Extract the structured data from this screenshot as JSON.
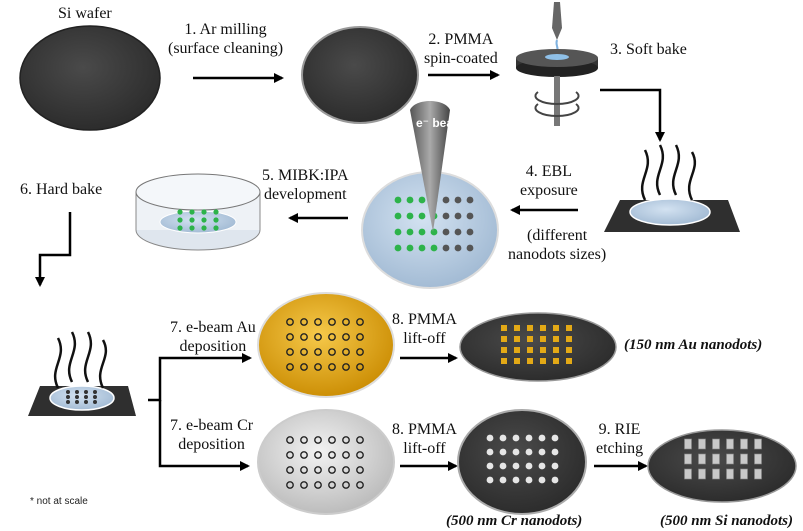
{
  "title": "",
  "labels": {
    "wafer": "Si wafer",
    "step1": [
      "1. Ar  milling",
      "(surface cleaning)"
    ],
    "step2": [
      "2. PMMA",
      "spin-coated"
    ],
    "step3": "3. Soft bake",
    "step4": [
      "4. EBL",
      "exposure",
      "(different",
      "nanodots sizes)"
    ],
    "step5": [
      "5. MIBK:IPA",
      "development"
    ],
    "step6": "6. Hard bake",
    "step7a": [
      "7. e-beam Au",
      "deposition"
    ],
    "step8a": [
      "8. PMMA",
      "lift-off"
    ],
    "step7b": [
      "7. e-beam Cr",
      "deposition"
    ],
    "step8b": [
      "8. PMMA",
      "lift-off"
    ],
    "step9": [
      "9. RIE",
      "etching"
    ],
    "ebeam": "e⁻ beam",
    "au_result": "(150 nm Au nanodots)",
    "cr_result": "(500 nm Cr nanodots)",
    "si_result": "(500 nm Si nanodots)",
    "scale_note": "* not at scale"
  },
  "colors": {
    "wafer": "#3c3c3c",
    "gold": "#e3a916",
    "silver": "#d9d9d9",
    "exposed_dot": "#2db34a",
    "resist": "#b7cde3"
  }
}
